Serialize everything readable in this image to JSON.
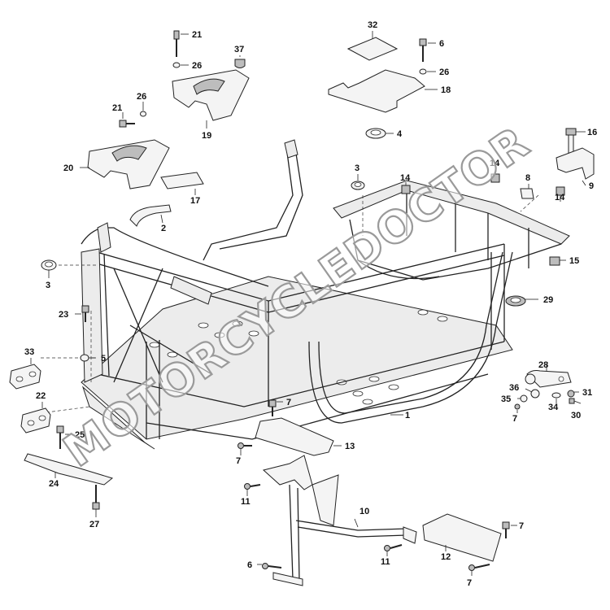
{
  "watermark": "MOTORCYCLEDOCTOR",
  "callouts": [
    {
      "id": "c21a",
      "label": "21"
    },
    {
      "id": "c26a",
      "label": "26"
    },
    {
      "id": "c37",
      "label": "37"
    },
    {
      "id": "c19",
      "label": "19"
    },
    {
      "id": "c21b",
      "label": "21"
    },
    {
      "id": "c26b",
      "label": "26"
    },
    {
      "id": "c20",
      "label": "20"
    },
    {
      "id": "c17",
      "label": "17"
    },
    {
      "id": "c2",
      "label": "2"
    },
    {
      "id": "c32",
      "label": "32"
    },
    {
      "id": "c6a",
      "label": "6"
    },
    {
      "id": "c26c",
      "label": "26"
    },
    {
      "id": "c18",
      "label": "18"
    },
    {
      "id": "c4",
      "label": "4"
    },
    {
      "id": "c16",
      "label": "16"
    },
    {
      "id": "c9",
      "label": "9"
    },
    {
      "id": "c3a",
      "label": "3"
    },
    {
      "id": "c14a",
      "label": "14"
    },
    {
      "id": "c14b",
      "label": "14"
    },
    {
      "id": "c8",
      "label": "8"
    },
    {
      "id": "c14c",
      "label": "14"
    },
    {
      "id": "c15",
      "label": "15"
    },
    {
      "id": "c3b",
      "label": "3"
    },
    {
      "id": "c29",
      "label": "29"
    },
    {
      "id": "c23",
      "label": "23"
    },
    {
      "id": "c33",
      "label": "33"
    },
    {
      "id": "c5",
      "label": "5"
    },
    {
      "id": "c28",
      "label": "28"
    },
    {
      "id": "c36",
      "label": "36"
    },
    {
      "id": "c35",
      "label": "35"
    },
    {
      "id": "c31",
      "label": "31"
    },
    {
      "id": "c34",
      "label": "34"
    },
    {
      "id": "c30",
      "label": "30"
    },
    {
      "id": "c7a",
      "label": "7"
    },
    {
      "id": "c22",
      "label": "22"
    },
    {
      "id": "c1",
      "label": "1"
    },
    {
      "id": "c7b",
      "label": "7"
    },
    {
      "id": "c25",
      "label": "25"
    },
    {
      "id": "c13",
      "label": "13"
    },
    {
      "id": "c7c",
      "label": "7"
    },
    {
      "id": "c24",
      "label": "24"
    },
    {
      "id": "c11a",
      "label": "11"
    },
    {
      "id": "c27",
      "label": "27"
    },
    {
      "id": "c10",
      "label": "10"
    },
    {
      "id": "c7d",
      "label": "7"
    },
    {
      "id": "c12",
      "label": "12"
    },
    {
      "id": "c6b",
      "label": "6"
    },
    {
      "id": "c11b",
      "label": "11"
    },
    {
      "id": "c7e",
      "label": "7"
    }
  ]
}
